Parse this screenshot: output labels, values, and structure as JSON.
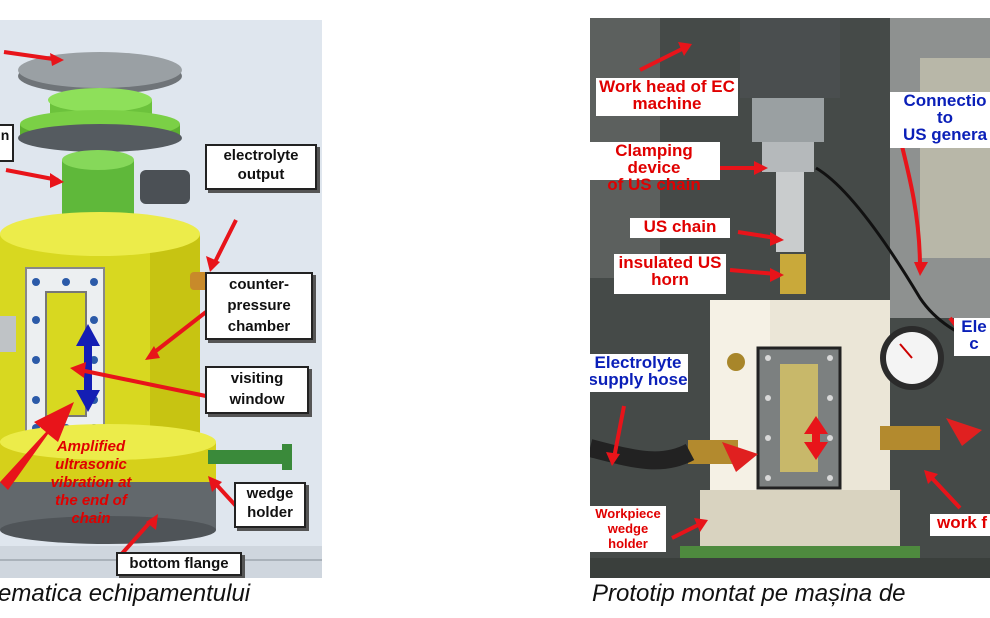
{
  "left": {
    "labels": {
      "electrolyte_output": "electrolyte\noutput",
      "counter_pressure_chamber": "counter-\npressure\nchamber",
      "visiting_window": "visiting\nwindow",
      "amplified_vibration": "Amplified\nultrasonic\nvibration at\nthe end of\nchain",
      "wedge_holder": "wedge\nholder",
      "bottom_flange": "bottom flange",
      "cut_label_1": "n"
    },
    "caption": "ematica echipamentului"
  },
  "right": {
    "labels": {
      "work_head": "Work head of EC\nmachine",
      "connection": "Connectio\nto\nUS genera",
      "clamping_device": "Clamping device\nof US chain",
      "us_chain": "US chain",
      "insulated_horn": "insulated US\nhorn",
      "electrolyte_supply": "Electrolyte\nsupply hose",
      "electrolyte_cut": "Ele\nc",
      "workpiece_wedge_holder": "Workpiece\nwedge\nholder",
      "work_cut": "work f"
    },
    "caption": "Prototip montat pe mașina de"
  },
  "colors": {
    "arrow_red": "#e8141a",
    "label_blue": "#0a1fb8",
    "body_yellow": "#d8d820",
    "green_part": "#6cc23c"
  }
}
